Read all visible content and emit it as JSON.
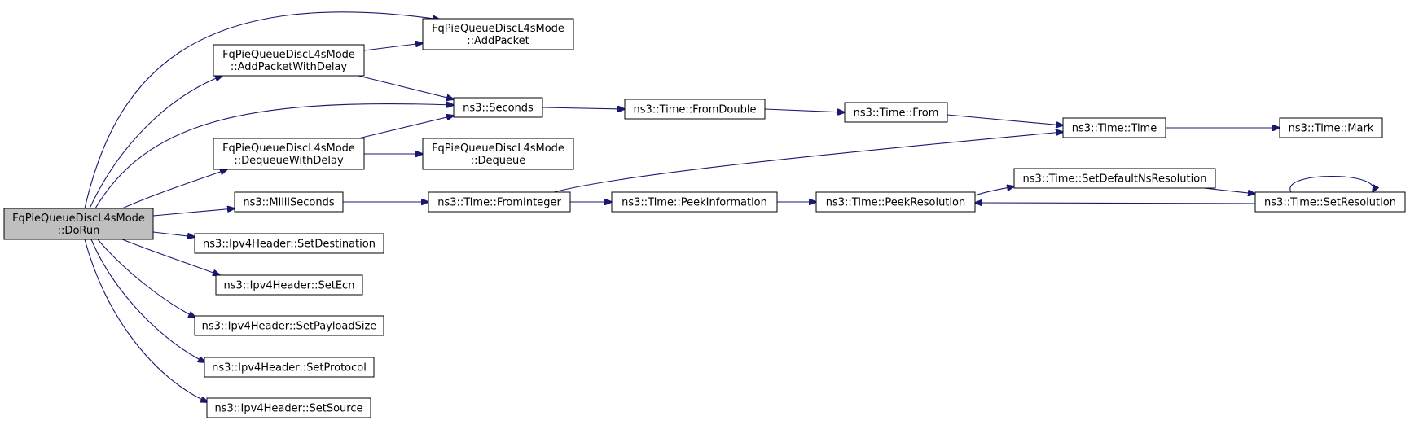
{
  "diagram": {
    "nodes": [
      {
        "id": "dorun",
        "lines": [
          "FqPieQueueDiscL4sMode",
          "::DoRun"
        ],
        "root": true
      },
      {
        "id": "addpacketwithdelay",
        "lines": [
          "FqPieQueueDiscL4sMode",
          "::AddPacketWithDelay"
        ]
      },
      {
        "id": "addpacket",
        "lines": [
          "FqPieQueueDiscL4sMode",
          "::AddPacket"
        ]
      },
      {
        "id": "dequeuewithdelay",
        "lines": [
          "FqPieQueueDiscL4sMode",
          "::DequeueWithDelay"
        ]
      },
      {
        "id": "dequeue",
        "lines": [
          "FqPieQueueDiscL4sMode",
          "::Dequeue"
        ]
      },
      {
        "id": "seconds",
        "lines": [
          "ns3::Seconds"
        ]
      },
      {
        "id": "milliseconds",
        "lines": [
          "ns3::MilliSeconds"
        ]
      },
      {
        "id": "setdestination",
        "lines": [
          "ns3::Ipv4Header::SetDestination"
        ]
      },
      {
        "id": "setecn",
        "lines": [
          "ns3::Ipv4Header::SetEcn"
        ]
      },
      {
        "id": "setpayloadsize",
        "lines": [
          "ns3::Ipv4Header::SetPayloadSize"
        ]
      },
      {
        "id": "setprotocol",
        "lines": [
          "ns3::Ipv4Header::SetProtocol"
        ]
      },
      {
        "id": "setsource",
        "lines": [
          "ns3::Ipv4Header::SetSource"
        ]
      },
      {
        "id": "fromdouble",
        "lines": [
          "ns3::Time::FromDouble"
        ]
      },
      {
        "id": "frominteger",
        "lines": [
          "ns3::Time::FromInteger"
        ]
      },
      {
        "id": "from",
        "lines": [
          "ns3::Time::From"
        ]
      },
      {
        "id": "peekinformation",
        "lines": [
          "ns3::Time::PeekInformation"
        ]
      },
      {
        "id": "peekresolution",
        "lines": [
          "ns3::Time::PeekResolution"
        ]
      },
      {
        "id": "time",
        "lines": [
          "ns3::Time::Time"
        ]
      },
      {
        "id": "setdefaultnsresolution",
        "lines": [
          "ns3::Time::SetDefaultNsResolution"
        ]
      },
      {
        "id": "mark",
        "lines": [
          "ns3::Time::Mark"
        ]
      },
      {
        "id": "setresolution",
        "lines": [
          "ns3::Time::SetResolution"
        ]
      }
    ],
    "edges": [
      {
        "from": "dorun",
        "to": "addpacket"
      },
      {
        "from": "dorun",
        "to": "addpacketwithdelay"
      },
      {
        "from": "dorun",
        "to": "seconds"
      },
      {
        "from": "dorun",
        "to": "dequeuewithdelay"
      },
      {
        "from": "dorun",
        "to": "milliseconds"
      },
      {
        "from": "dorun",
        "to": "setdestination"
      },
      {
        "from": "dorun",
        "to": "setecn"
      },
      {
        "from": "dorun",
        "to": "setpayloadsize"
      },
      {
        "from": "dorun",
        "to": "setprotocol"
      },
      {
        "from": "dorun",
        "to": "setsource"
      },
      {
        "from": "addpacketwithdelay",
        "to": "addpacket"
      },
      {
        "from": "addpacketwithdelay",
        "to": "seconds"
      },
      {
        "from": "dequeuewithdelay",
        "to": "seconds"
      },
      {
        "from": "dequeuewithdelay",
        "to": "dequeue"
      },
      {
        "from": "seconds",
        "to": "fromdouble"
      },
      {
        "from": "fromdouble",
        "to": "from"
      },
      {
        "from": "from",
        "to": "time"
      },
      {
        "from": "time",
        "to": "mark"
      },
      {
        "from": "milliseconds",
        "to": "frominteger"
      },
      {
        "from": "frominteger",
        "to": "time"
      },
      {
        "from": "frominteger",
        "to": "peekinformation"
      },
      {
        "from": "peekinformation",
        "to": "peekresolution"
      },
      {
        "from": "peekresolution",
        "to": "setdefaultnsresolution"
      },
      {
        "from": "setdefaultnsresolution",
        "to": "setresolution"
      },
      {
        "from": "setresolution",
        "to": "peekresolution"
      },
      {
        "from": "setresolution",
        "to": "setresolution"
      }
    ]
  }
}
